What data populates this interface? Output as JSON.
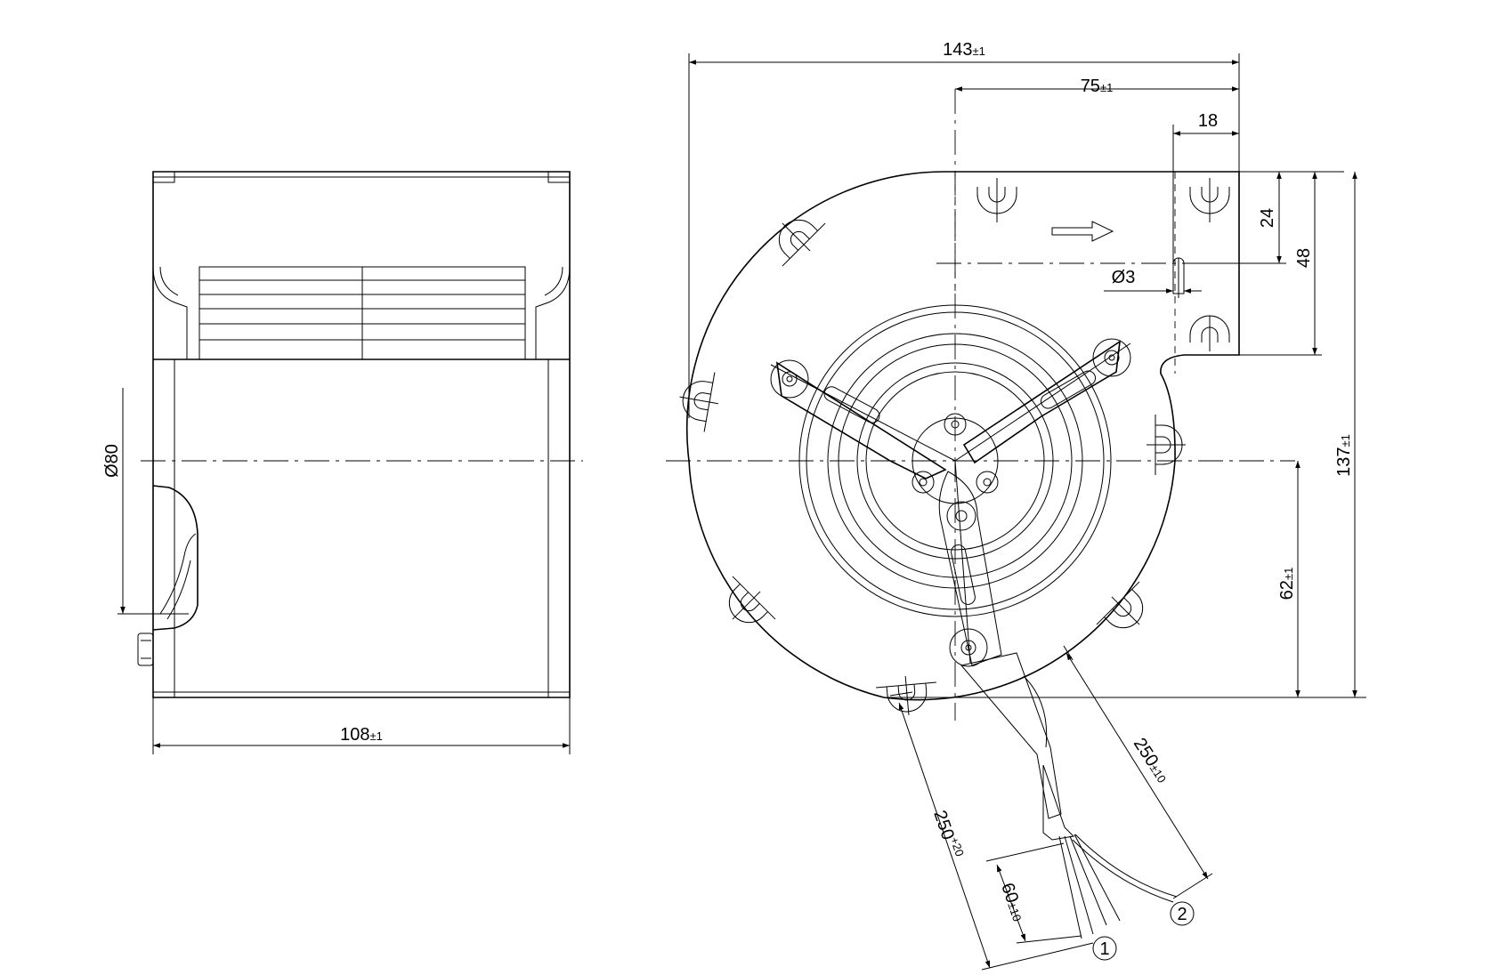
{
  "dimensions": {
    "overall_width": {
      "value": "143",
      "tol": "±1"
    },
    "shaft_to_edge": {
      "value": "75",
      "tol": "±1"
    },
    "hole_offset": {
      "value": "18"
    },
    "hole_diameter": {
      "value": "Ø3"
    },
    "hole_height": {
      "value": "24"
    },
    "flange_height": {
      "value": "48"
    },
    "overall_height": {
      "value": "137",
      "tol": "±1"
    },
    "center_height": {
      "value": "62",
      "tol": "±1"
    },
    "inlet_diameter": {
      "value": "Ø80"
    },
    "side_width": {
      "value": "108",
      "tol": "±1"
    },
    "cable1_length": {
      "value": "250",
      "tol": "+20"
    },
    "cable2_length": {
      "value": "250",
      "tol": "±10"
    },
    "strip_length": {
      "value": "60",
      "tol": "±10"
    }
  },
  "callouts": {
    "cable_1": "1",
    "cable_2": "2"
  }
}
